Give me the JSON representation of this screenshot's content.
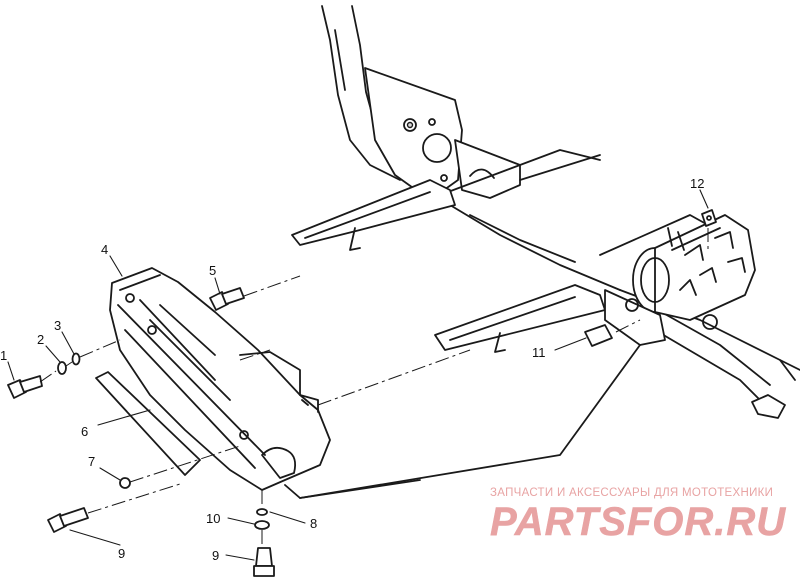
{
  "callouts": [
    {
      "id": "c1",
      "label": "1"
    },
    {
      "id": "c2",
      "label": "2"
    },
    {
      "id": "c3",
      "label": "3"
    },
    {
      "id": "c4",
      "label": "4"
    },
    {
      "id": "c5",
      "label": "5"
    },
    {
      "id": "c6",
      "label": "6"
    },
    {
      "id": "c7",
      "label": "7"
    },
    {
      "id": "c8",
      "label": "8"
    },
    {
      "id": "c9a",
      "label": "9"
    },
    {
      "id": "c9b",
      "label": "9"
    },
    {
      "id": "c10",
      "label": "10"
    },
    {
      "id": "c11",
      "label": "11"
    },
    {
      "id": "c12",
      "label": "12"
    }
  ],
  "watermark": {
    "tagline": "ЗАПЧАСТИ И АКСЕССУАРЫ ДЛЯ МОТОТЕХНИКИ",
    "logo_text": "PARTSFOR.RU"
  },
  "colors": {
    "line": "#1a1a1a",
    "watermark": "#e8a3a3"
  }
}
